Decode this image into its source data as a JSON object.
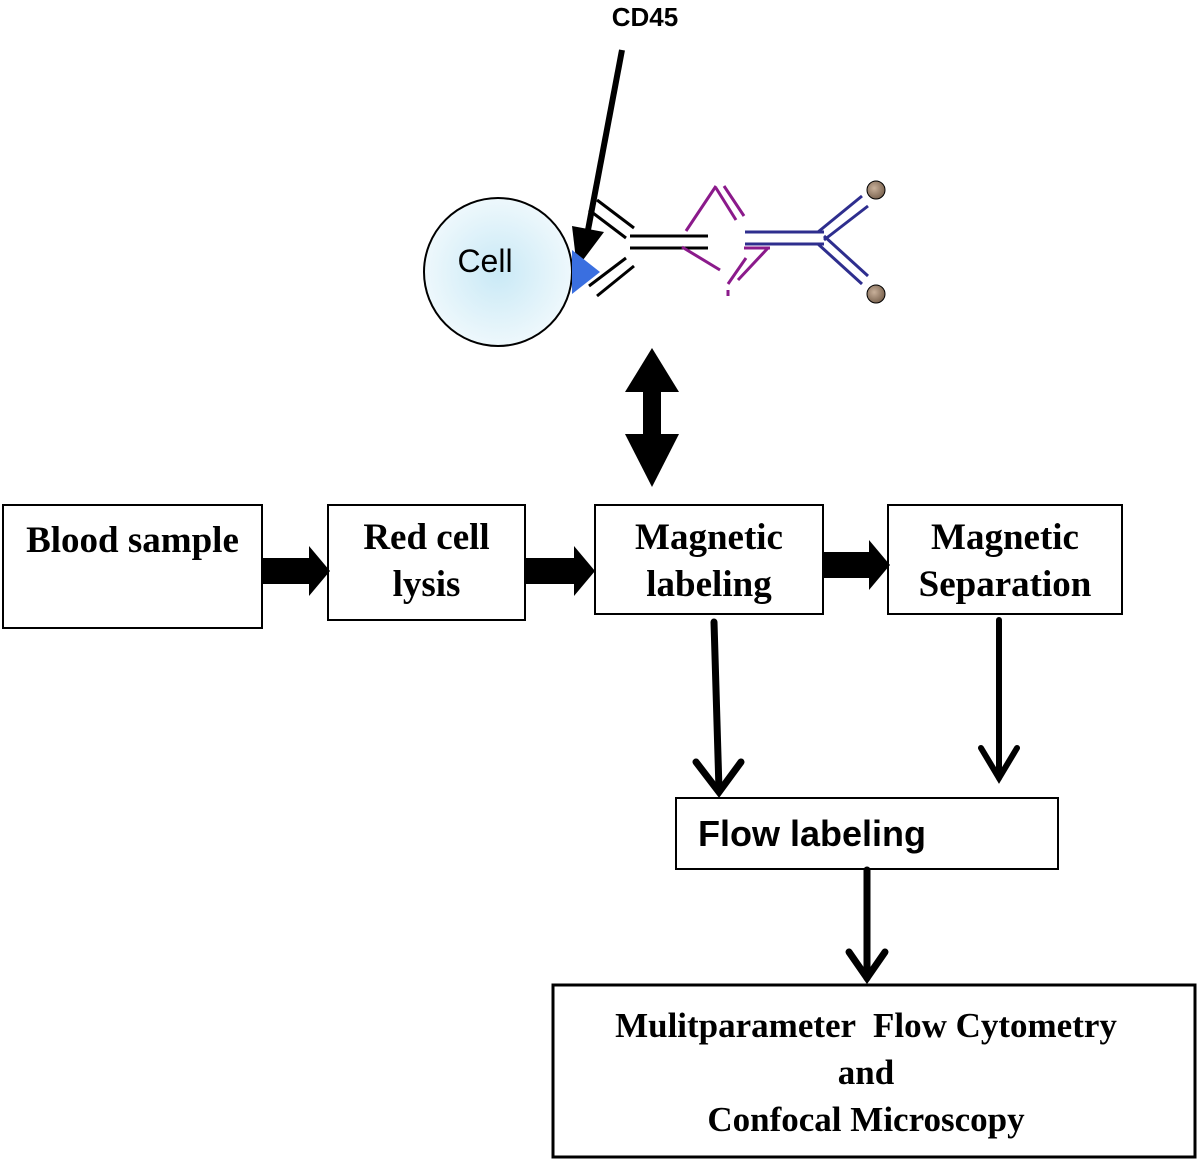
{
  "cd45_label": "CD45",
  "cell_label": "Cell",
  "boxes": {
    "blood_sample": [
      "Blood sample"
    ],
    "red_cell_lysis": [
      "Red cell",
      "lysis"
    ],
    "magnetic_labeling": [
      "Magnetic",
      "labeling"
    ],
    "magnetic_separation": [
      "Magnetic",
      "Separation"
    ],
    "flow_labeling": [
      "Flow labeling"
    ],
    "final_output": [
      "Mulitparameter  Flow Cytometry",
      "and",
      "Confocal Microscopy"
    ]
  },
  "colors": {
    "line": "#000000",
    "cell_fill_center": "#c9e9f6",
    "cell_fill_edge": "#eaf6fb",
    "antigen": "#3a6fe0",
    "magnetic_antibody": "#8b1a8b",
    "secondary_antibody": "#2e2e8e",
    "bead": "#8a7460"
  }
}
